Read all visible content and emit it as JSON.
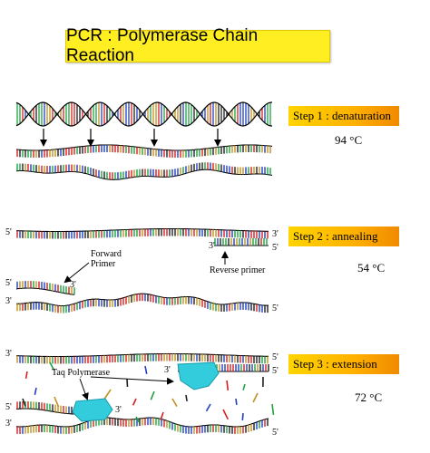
{
  "title": "PCR : Polymerase Chain Reaction",
  "steps": [
    {
      "label": "Step 1 : denaturation",
      "temp": "94 °C"
    },
    {
      "label": "Step 2 : annealing",
      "temp": "54 °C"
    },
    {
      "label": "Step 3 : extension",
      "temp": "72 °C"
    }
  ],
  "annotations": {
    "forward_primer": "Forward\nPrimer",
    "reverse_primer": "Reverse primer",
    "taq": "Taq Polymerase",
    "five_prime": "5'",
    "three_prime": "3'"
  },
  "colors": {
    "title_bg": "#ffee22",
    "step_bg": "#ffb000",
    "enzyme": "#33ccdd",
    "bases": [
      "#d42020",
      "#2040c0",
      "#20a040",
      "#c09020",
      "#202020"
    ]
  }
}
